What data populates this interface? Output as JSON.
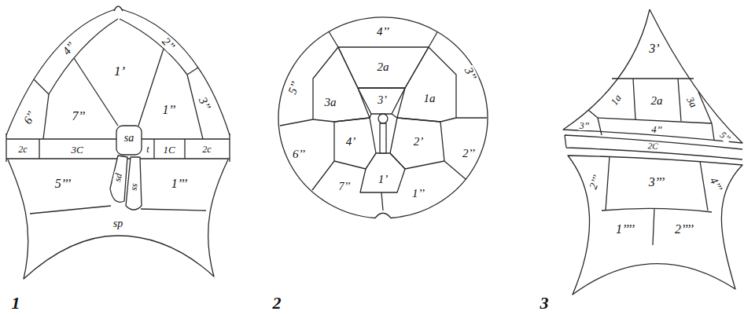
{
  "diagram": {
    "labels": [
      "4’’",
      "2’’",
      "1’",
      "3’’",
      "6’’",
      "7’’",
      "1’’",
      "2c",
      "3C",
      "sa",
      "t",
      "1C",
      "2c",
      "5’’’",
      "sd",
      "ss",
      "1’’’",
      "sp",
      "4’’",
      "5’’",
      "2a",
      "3’’",
      "3a",
      "3’",
      "1a",
      "6’’",
      "4’",
      "2’",
      "2’’",
      "1’",
      "7’’",
      "1’’",
      "3’",
      "1a",
      "2a",
      "3a",
      "3’’",
      "4’’",
      "5’’",
      "2C",
      "2’’’",
      "3’’’",
      "4’’’",
      "1’’’’",
      "2’’’’",
      "1",
      "2",
      "3"
    ]
  }
}
